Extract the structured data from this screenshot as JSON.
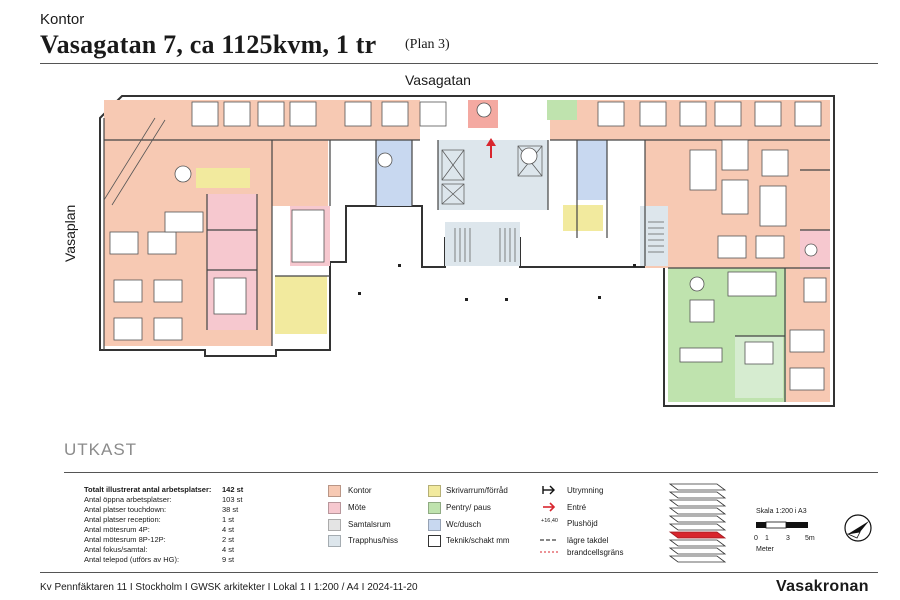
{
  "header": {
    "kicker": "Kontor",
    "title": "Vasagatan 7, ca 1125kvm, 1 tr",
    "plan": "(Plan 3)"
  },
  "plan": {
    "street_top": "Vasagatan",
    "street_left": "Vasaplan",
    "status": "UTKAST"
  },
  "stats": [
    {
      "label": "Totalt illustrerat antal arbetsplatser:",
      "value": "142 st",
      "bold": true
    },
    {
      "label": "Antal öppna arbetsplatser:",
      "value": "103 st"
    },
    {
      "label": "Antal platser touchdown:",
      "value": "38 st"
    },
    {
      "label": "Antal platser reception:",
      "value": "1 st"
    },
    {
      "label": "Antal mötesrum 4P:",
      "value": "4 st"
    },
    {
      "label": "Antal mötesrum 8P-12P:",
      "value": "2 st"
    },
    {
      "label": "Antal fokus/samtal:",
      "value": "4 st"
    },
    {
      "label": "Antal telepod (utförs av HG):",
      "value": "9 st"
    }
  ],
  "legend": {
    "col1": [
      {
        "label": "Kontor",
        "color": "#f7c9b3"
      },
      {
        "label": "Möte",
        "color": "#f6c8cf"
      },
      {
        "label": "Samtalsrum",
        "color": "#e4e4e4"
      },
      {
        "label": "Trapphus/hiss",
        "color": "#dde6ec"
      }
    ],
    "col2": [
      {
        "label": "Skrivarrum/förråd",
        "color": "#f2ea9e"
      },
      {
        "label": "Pentry/ paus",
        "color": "#bfe3ae"
      },
      {
        "label": "Wc/dusch",
        "color": "#c8d8f0"
      },
      {
        "label": "Teknik/schakt mm",
        "color": "#ffffff"
      }
    ],
    "col3": [
      {
        "label": "Utrymning",
        "symbol": "exit-arrow"
      },
      {
        "label": "Entré",
        "symbol": "red-arrow"
      },
      {
        "label": "Plushöjd",
        "symbol": "level-mark",
        "mark": "+16,40"
      },
      {
        "label": "lägre takdel",
        "symbol": "dash-line"
      },
      {
        "label": "brandcellsgräns",
        "symbol": "red-dash-line"
      }
    ]
  },
  "scale": {
    "title": "Skala 1:200 i A3",
    "ticks": [
      "0",
      "1",
      "3",
      "5m"
    ],
    "unit": "Meter"
  },
  "footer": {
    "meta": "Kv Pennfäktaren 11 I  Stockholm  I  GWSK arkitekter  I  Lokal 1  I  1:200 / A4 I  2024-11-20",
    "brand": "Vasakronan"
  },
  "colors": {
    "office": "#f7c9b3",
    "meeting": "#f6c8cf",
    "pantry": "#bfe3ae",
    "wc": "#c8d8f0",
    "storage": "#f2ea9e",
    "stair": "#dde6ec",
    "accent": "#d8262e"
  }
}
